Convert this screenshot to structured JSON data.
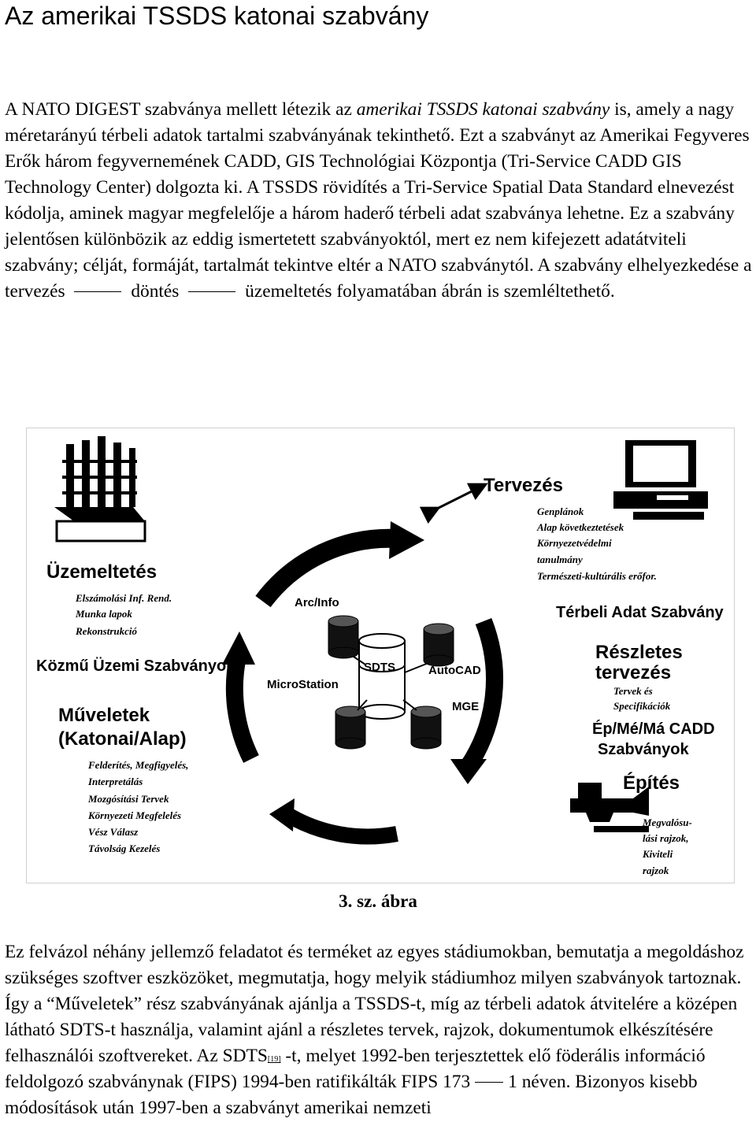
{
  "page_title": "Az amerikai TSSDS katonai szabvány",
  "para1": {
    "s1_pre": "A NATO DIGEST szabványa mellett létezik az ",
    "s1_italic": "amerikai TSSDS katonai szabvány",
    "s1_post": " is, amely a nagy méretarányú térbeli adatok tartalmi szabványának tekinthető. Ezt a szabványt az Amerikai Fegyveres Erők három fegyvernemének CADD, GIS Technológiai Központja (Tri-Service CADD GIS Technology Center) dolgozta ki. A TSSDS rövidítés a Tri-Service Spatial Data Standard elnevezést kódolja, aminek magyar megfelelője a három haderő térbeli adat szabványa lehetne. Ez a szabvány jelentősen különbözik az eddig ismertetett szabványoktól, mert ez nem kifejezett adatátviteli szabvány; célját, formáját, tartalmát tekintve eltér a NATO szabványtól. A szabvány elhelyezkedése a tervezés",
    "s1_mid": "döntés",
    "s1_end": "üzemeltetés folyamatában ábrán is szemléltethető."
  },
  "figure": {
    "center": {
      "arcinfo": "Arc/Info",
      "sdts": "SDTS",
      "autocad": "AutoCAD",
      "microstation": "MicroStation",
      "mge": "MGE"
    },
    "tervezes": {
      "title": "Tervezés",
      "items": [
        "Genplánok",
        "Alap következtetések",
        "Környezetvédelmi",
        "tanulmány",
        "Természeti-kultúrális erőfor."
      ]
    },
    "terbeli": "Térbeli Adat Szabvány",
    "reszletes": {
      "title1": "Részletes",
      "title2": "tervezés",
      "items": [
        "Tervek és",
        "Specifikációk"
      ]
    },
    "cadd": {
      "line1": "Ép/Mé/Má CADD",
      "line2": "Szabványok"
    },
    "epites": {
      "title": "Építés",
      "items": [
        "Megvalósu-",
        "lási rajzok,",
        "Kiviteli",
        "rajzok"
      ]
    },
    "uzemeltetes": {
      "title": "Üzemeltetés",
      "items": [
        "Elszámolási Inf. Rend.",
        "Munka lapok",
        "Rekonstrukció"
      ]
    },
    "kozmu": "Közmű Üzemi Szabványok",
    "muveletek": {
      "title1": "Műveletek",
      "title2": "(Katonai/Alap)",
      "items": [
        "Felderítés, Megfigyelés,",
        "Interpretálás",
        "Mozgósítási Tervek",
        "Környezeti Megfelelés",
        "Vész Válasz",
        "Távolság Kezelés"
      ]
    }
  },
  "caption": "3. sz. ábra",
  "para2": {
    "pre": "Ez felvázol néhány jellemző feladatot és terméket az egyes stádiumokban, bemutatja a megoldáshoz szükséges szoftver eszközöket, megmutatja, hogy melyik stádiumhoz milyen szabványok tartoznak. Így a “Műveletek” rész szabványának ajánlja a TSSDS-t, míg az térbeli adatok átvitelére a középen látható SDTS-t használja, valamint ajánl a részletes tervek, rajzok, dokumentumok elkészítésére felhasználói szoftvereket. Az SDTS",
    "ref": "[19]",
    "mid": " -t, melyet 1992-ben terjesztettek elő föderális információ feldolgozó szabványnak (FIPS) 1994-ben ratifikálták FIPS 173",
    "post": "1 néven. Bizonyos kisebb módosítások után 1997-ben a szabványt amerikai nemzeti"
  }
}
